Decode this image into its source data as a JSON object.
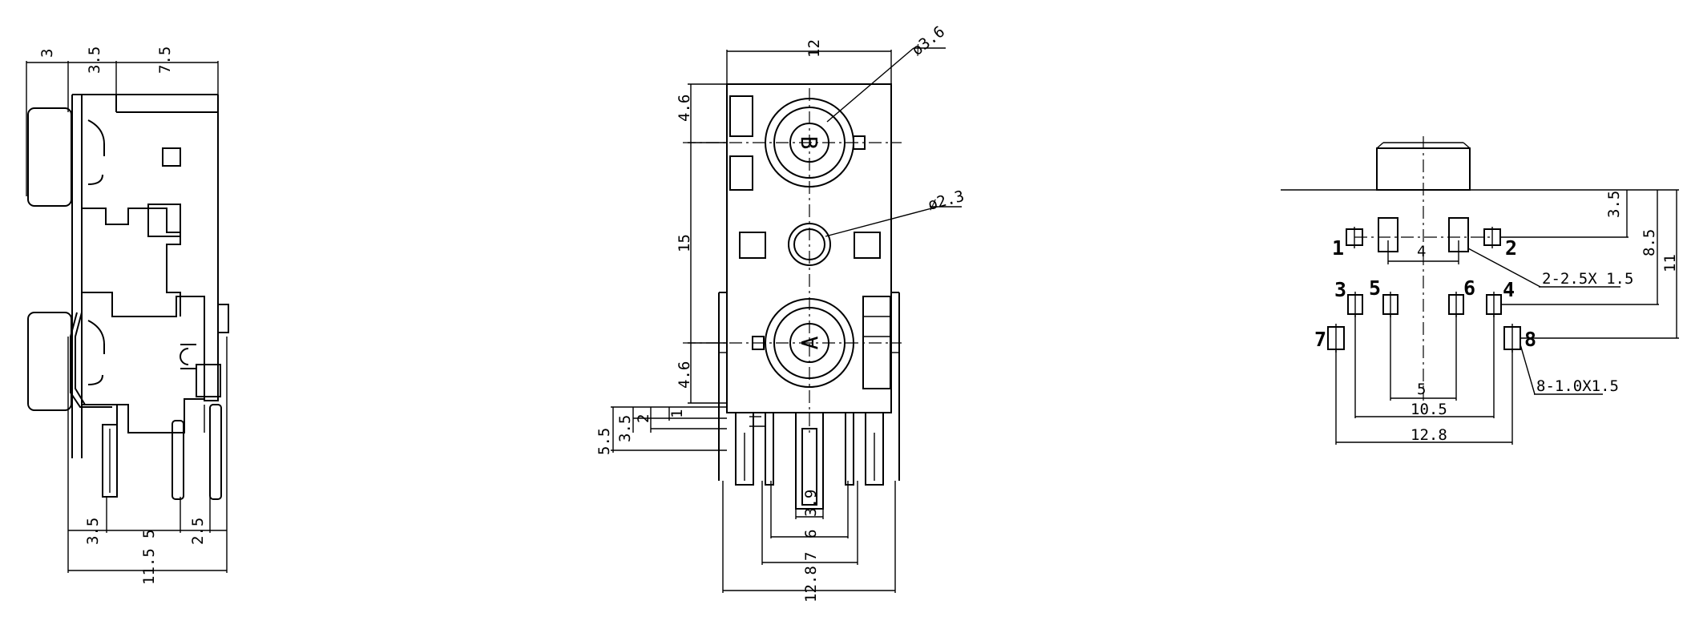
{
  "side_view": {
    "dims": {
      "top_3": "3",
      "top_35": "3.5",
      "top_75": "7.5",
      "bottom_35": "3.5",
      "bottom_5": "5",
      "bottom_25": "2.5",
      "bottom_115": "11.5"
    }
  },
  "front_view": {
    "dims": {
      "width_12": "12",
      "left_46_top": "4.6",
      "left_15": "15",
      "left_46_bottom": "4.6",
      "pin_1": "1",
      "pin_2": "2",
      "pin_35": "3.5",
      "pin_55": "5.5",
      "bottom_39": "3.9",
      "bottom_6": "6",
      "bottom_7": "7",
      "bottom_128": "12.8"
    },
    "callouts": {
      "jack_diameter": "ø3.6",
      "hole_diameter": "ø2.3"
    },
    "jack_labels": {
      "upper": "B",
      "lower": "A"
    }
  },
  "footprint_view": {
    "dims": {
      "d_35": "3.5",
      "d_85": "8.5",
      "d_11": "11",
      "d_4": "4",
      "d_5": "5",
      "d_105": "10.5",
      "d_128": "12.8"
    },
    "callouts": {
      "slot_holes": "2-2.5X 1.5",
      "pin_holes": "8-1.0X1.5"
    },
    "pins": [
      "1",
      "2",
      "3",
      "4",
      "5",
      "6",
      "7",
      "8"
    ]
  }
}
